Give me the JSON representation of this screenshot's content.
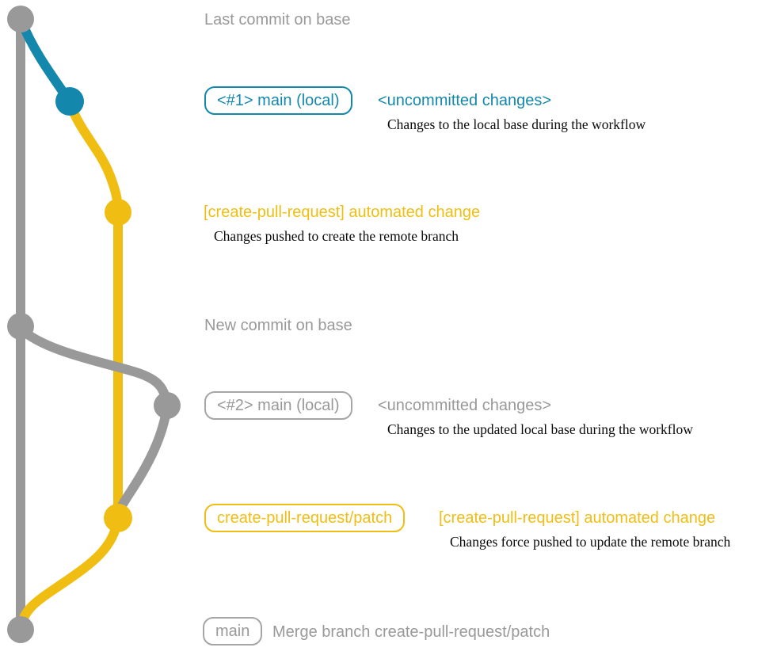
{
  "colors": {
    "base_gray": "#999999",
    "branch_blue": "#1487ad",
    "branch_yellow": "#f0be12",
    "description_black": "#0a0a0a",
    "background": "#ffffff"
  },
  "annotations": {
    "last_commit_on_base": "Last commit on base",
    "new_commit_on_base": "New commit on base"
  },
  "events": {
    "commit1": {
      "ref_label": "<#1> main (local)",
      "message": "<uncommitted changes>",
      "description": "Changes to the local base during the workflow"
    },
    "push1": {
      "message": "[create-pull-request] automated change",
      "description": "Changes pushed to create the remote branch"
    },
    "commit2": {
      "ref_label": "<#2> main (local)",
      "message": "<uncommitted changes>",
      "description": "Changes to the updated local base during the workflow"
    },
    "push2": {
      "ref_label": "create-pull-request/patch",
      "message": "[create-pull-request] automated change",
      "description": "Changes force pushed to update the remote branch"
    },
    "merge": {
      "ref_label": "main",
      "message": "Merge branch create-pull-request/patch"
    }
  }
}
